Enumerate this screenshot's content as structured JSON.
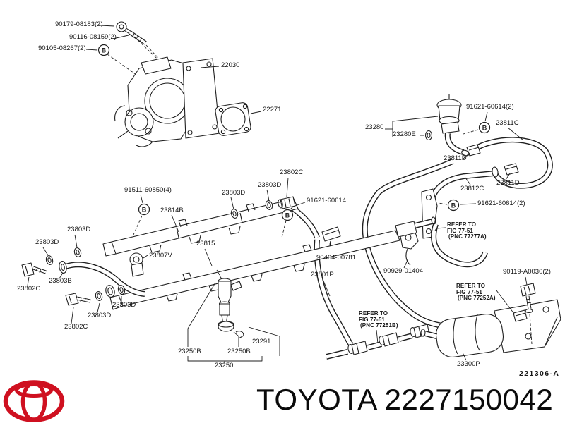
{
  "colors": {
    "line": "#1f1f1f",
    "text": "#161616",
    "logo-red": "#cf1020",
    "brand-text": "#0a0a0a"
  },
  "markers": {
    "b": "B"
  },
  "callouts": [
    {
      "text": "90179-08183(2)"
    },
    {
      "text": "90116-08159(2)"
    },
    {
      "text": "90105-08267(2)"
    },
    {
      "text": "22030"
    },
    {
      "text": "22271"
    },
    {
      "text": "23280"
    },
    {
      "text": "23280E"
    },
    {
      "text": "91621-60614(2)"
    },
    {
      "text": "23811C"
    },
    {
      "text": "23811D"
    },
    {
      "text": "23812C"
    },
    {
      "text": "23811D"
    },
    {
      "text": "91621-60614(2)"
    },
    {
      "text": "91511-60850(4)"
    },
    {
      "text": "23814B"
    },
    {
      "text": "23803D"
    },
    {
      "text": "23803D"
    },
    {
      "text": "23802C"
    },
    {
      "text": "91621-60614"
    },
    {
      "text": "23815"
    },
    {
      "text": "23807V"
    },
    {
      "text": "23803D"
    },
    {
      "text": "23803D"
    },
    {
      "text": "23803B"
    },
    {
      "text": "23802C"
    },
    {
      "text": "23803D"
    },
    {
      "text": "23803D"
    },
    {
      "text": "23802C"
    },
    {
      "text": "23250B"
    },
    {
      "text": "23250B"
    },
    {
      "text": "23291"
    },
    {
      "text": "23250"
    },
    {
      "text": "90464-00781"
    },
    {
      "text": "23801P"
    },
    {
      "text": "90929-01404"
    },
    {
      "text": "90119-A0030(2)"
    },
    {
      "text": "23300P"
    }
  ],
  "refer_notes": [
    {
      "l1": "REFER TO",
      "l2": "FIG 77-51",
      "l3": "(PNC 77277A)"
    },
    {
      "l1": "REFER TO",
      "l2": "FIG 77-51",
      "l3": "(PNC 77252A)"
    },
    {
      "l1": "REFER TO",
      "l2": "FIG 77-51",
      "l3": "(PNC 77251B)"
    }
  ],
  "diagram_code": "221306-A",
  "footer": {
    "brand": "TOYOTA 2227150042"
  }
}
